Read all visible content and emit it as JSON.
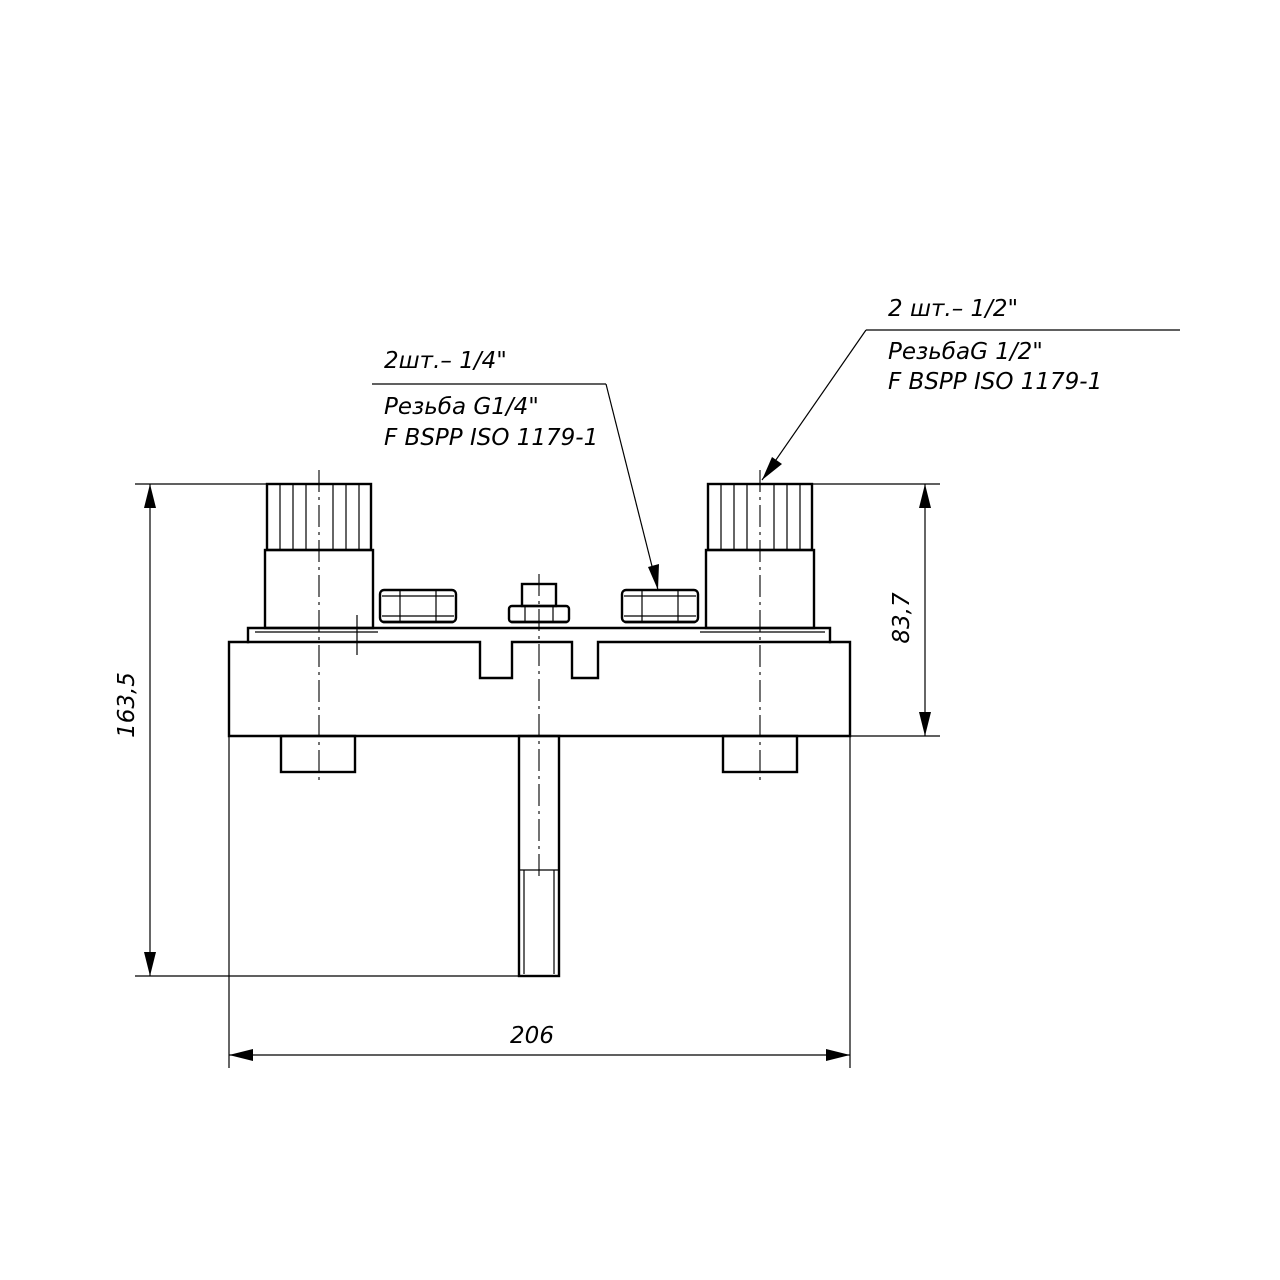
{
  "colors": {
    "line": "#000000",
    "background": "#ffffff"
  },
  "callouts": {
    "left": {
      "qty": "2шт.– 1/4\"",
      "thread": "Резьба G1/4\"",
      "standard": "F BSPP ISO 1179-1"
    },
    "right": {
      "qty": "2 шт.– 1/2\"",
      "thread": "РезьбаG 1/2\"",
      "standard": "F BSPP ISO 1179-1"
    }
  },
  "dimensions": {
    "overall_height": "163,5",
    "body_height": "83,7",
    "overall_width": "206"
  }
}
